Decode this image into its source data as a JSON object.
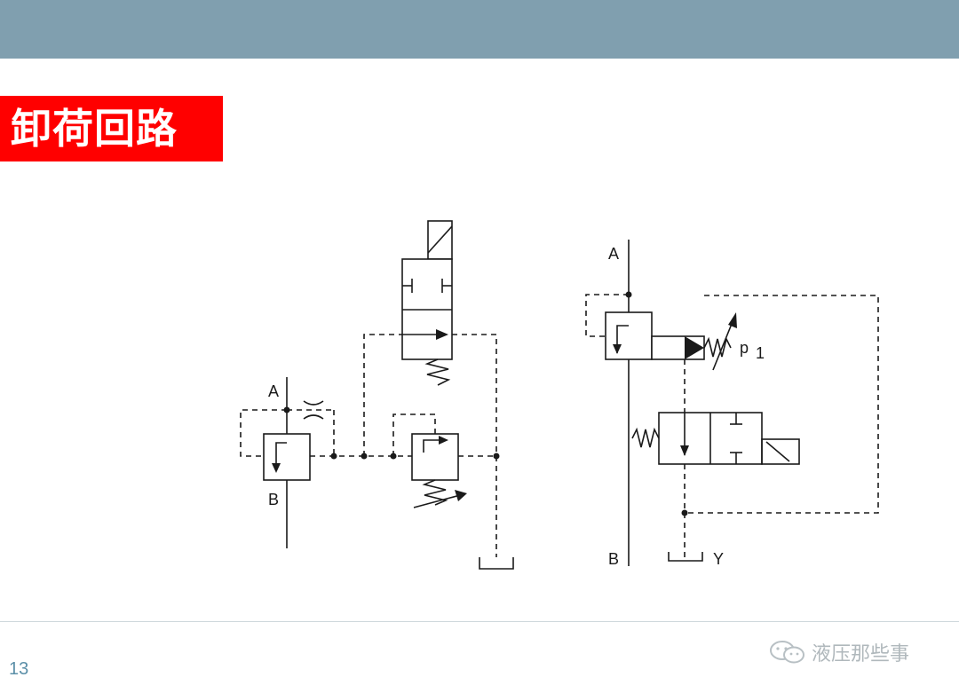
{
  "slide": {
    "title": "卸荷回路",
    "page_number": "13",
    "watermark": "液压那些事",
    "colors": {
      "top_bar": "#809faf",
      "title_bg": "#ff0000",
      "title_text": "#ffffff",
      "line": "#1a1a1a"
    }
  },
  "diagram": {
    "left_circuit": {
      "port_a": "A",
      "port_b": "B"
    },
    "right_circuit": {
      "port_a": "A",
      "port_b": "B",
      "port_y": "Y",
      "pressure_label": "p",
      "pressure_sub": "1"
    }
  }
}
